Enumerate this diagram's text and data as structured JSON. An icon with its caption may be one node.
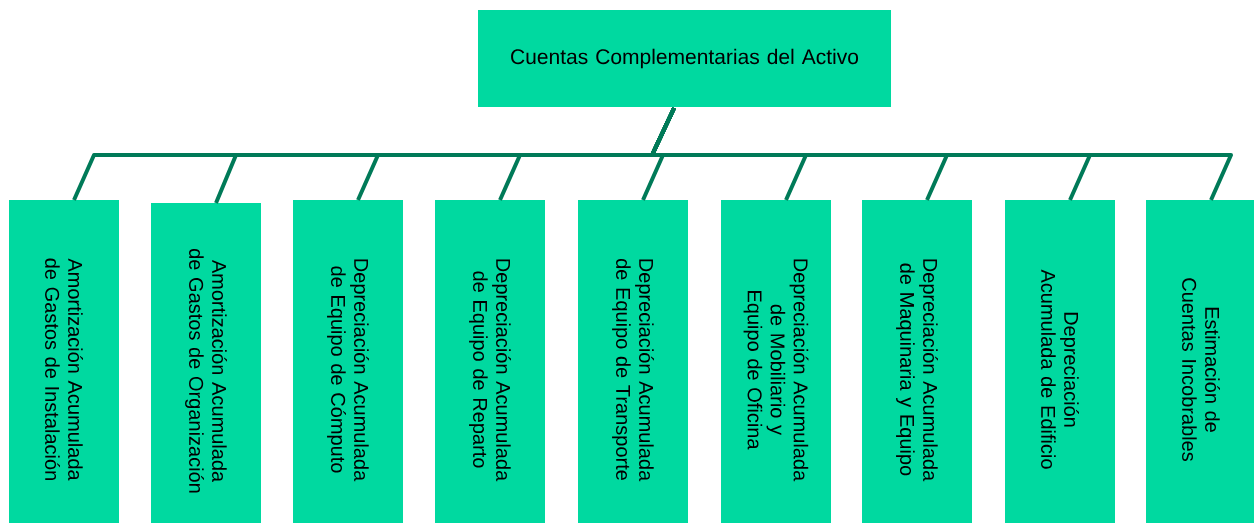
{
  "diagram": {
    "nodes": [
      {
        "text": [
          "Cuentas Complementarias del Activo"
        ]
      },
      {
        "text": [
          "Amortización Acumulada de Gastos de Instalación"
        ]
      },
      {
        "text": [
          "Amortización Acumulada de Gastos de Organización"
        ]
      },
      {
        "text": [
          "Depreciación Acumulada de Equipo de Cómputo"
        ]
      },
      {
        "text": [
          "Depreciación Acumulada de Equipo de Reparto"
        ]
      },
      {
        "text": [
          "Depreciación Acumulada de Equipo de Transporte"
        ]
      },
      {
        "text": [
          "Depreciación Acumulada de Mobiliario y Equipo de Oficina"
        ]
      },
      {
        "text": [
          "Depreciación Acumulada de Maquinaria y Equipo"
        ]
      },
      {
        "text": [
          "Depreciación Acumulada de Edificio"
        ]
      },
      {
        "text": [
          "Estimación de Cuentas Incobrables"
        ]
      }
    ],
    "edges": [
      {
        "from": 0,
        "to": 1,
        "arrow": "none"
      },
      {
        "from": 0,
        "to": 2,
        "arrow": "none"
      },
      {
        "from": 0,
        "to": 3,
        "arrow": "none"
      },
      {
        "from": 0,
        "to": 4,
        "arrow": "none"
      },
      {
        "from": 0,
        "to": 5,
        "arrow": "none"
      },
      {
        "from": 0,
        "to": 6,
        "arrow": "none"
      },
      {
        "from": 0,
        "to": 7,
        "arrow": "none"
      },
      {
        "from": 0,
        "to": 8,
        "arrow": "none"
      },
      {
        "from": 0,
        "to": 9,
        "arrow": "none"
      }
    ]
  }
}
